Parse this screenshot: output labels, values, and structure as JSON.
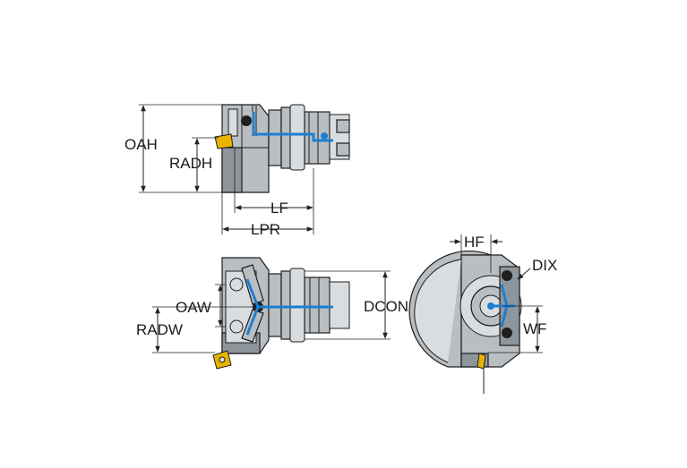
{
  "labels": {
    "oah": "OAH",
    "radh": "RADH",
    "lf": "LF",
    "lpr": "LPR",
    "oaw": "OAW",
    "radw": "RADW",
    "dcon": "DCON",
    "hf": "HF",
    "dix": "DIX",
    "wf": "WF"
  },
  "colors": {
    "body": "#b9bec3",
    "coolant": "#1c7fd1",
    "insert": "#e8b400",
    "line": "#1e1e1e"
  }
}
